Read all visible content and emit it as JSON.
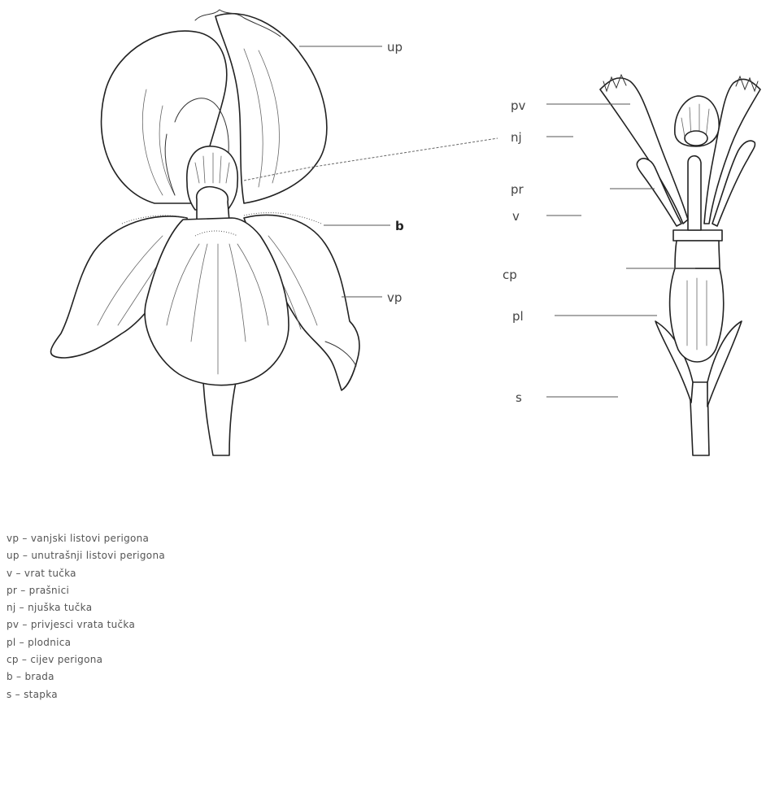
{
  "labels": {
    "up": "up",
    "b": "b",
    "vp": "vp",
    "pv": "pv",
    "nj": "nj",
    "pr": "pr",
    "v": "v",
    "cp": "cp",
    "pl": "pl",
    "s": "s"
  },
  "legend": [
    {
      "key": "vp",
      "text": "vp – vanjski listovi perigona"
    },
    {
      "key": "up",
      "text": "up – unutrašnji listovi perigona"
    },
    {
      "key": "v",
      "text": "v – vrat tučka"
    },
    {
      "key": "pr",
      "text": "pr – prašnici"
    },
    {
      "key": "nj",
      "text": "nj – njuška tučka"
    },
    {
      "key": "pv",
      "text": "pv – privjesci vrata tučka"
    },
    {
      "key": "pl",
      "text": "pl – plodnica"
    },
    {
      "key": "cp",
      "text": "cp – cijev perigona"
    },
    {
      "key": "b",
      "text": "b – brada",
      "bold": true
    },
    {
      "key": "s",
      "text": "s – stapka"
    }
  ]
}
